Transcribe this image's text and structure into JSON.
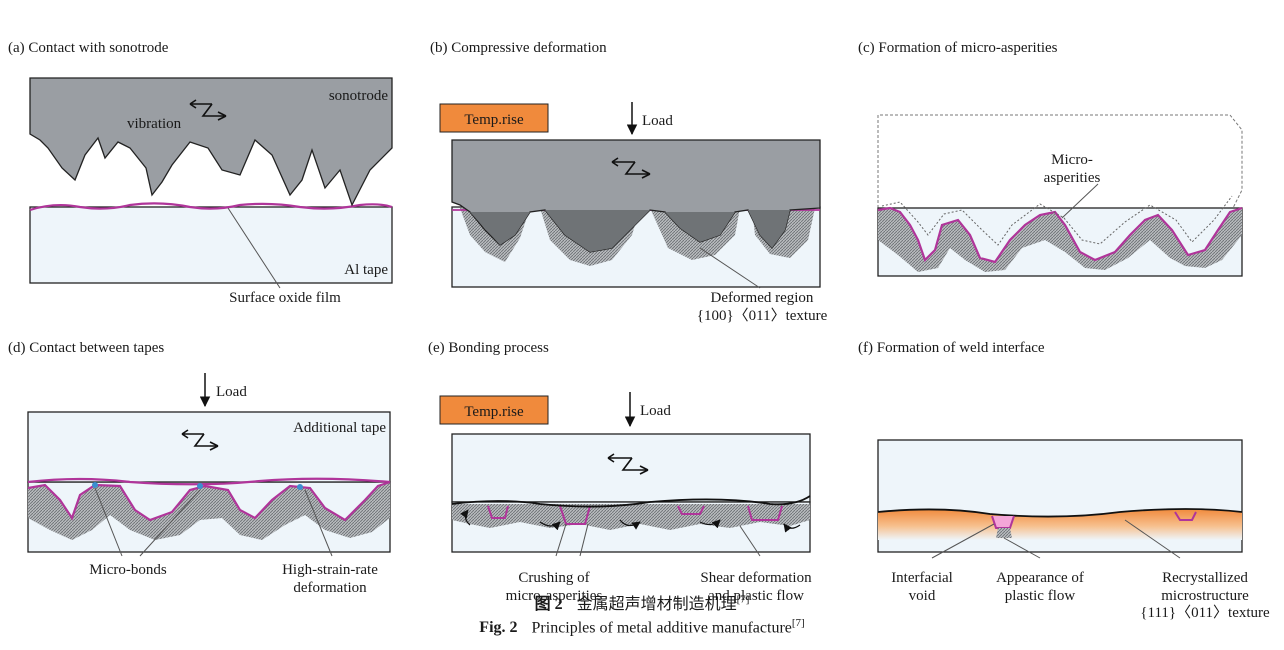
{
  "panels": {
    "a": {
      "title": "(a) Contact with sonotrode",
      "sonotrode": "sonotrode",
      "vibration": "vibration",
      "tape": "Al tape",
      "oxide": "Surface oxide film"
    },
    "b": {
      "title": "(b) Compressive deformation",
      "temp": "Temp.rise",
      "load": "Load",
      "deformed_1": "Deformed region",
      "deformed_2": "{100}〈011〉texture"
    },
    "c": {
      "title": "(c) Formation of micro-asperities",
      "micro_1": "Micro-",
      "micro_2": "asperities"
    },
    "d": {
      "title": "(d) Contact between tapes",
      "load": "Load",
      "additional": "Additional tape",
      "microbonds": "Micro-bonds",
      "hsr_1": "High-strain-rate",
      "hsr_2": "deformation"
    },
    "e": {
      "title": "(e) Bonding process",
      "temp": "Temp.rise",
      "load": "Load",
      "crush_1": "Crushing of",
      "crush_2": "micro-asperities",
      "shear_1": "Shear deformation",
      "shear_2": "and plastic flow"
    },
    "f": {
      "title": "(f) Formation of weld interface",
      "void_1": "Interfacial",
      "void_2": "void",
      "flow_1": "Appearance of",
      "flow_2": "plastic flow",
      "recr_1": "Recrystallized",
      "recr_2": "microstructure",
      "recr_3": "{111}〈011〉texture"
    }
  },
  "caption": {
    "cn_num": "图 2",
    "cn_text": "金属超声增材制造机理",
    "cn_ref": "[7]",
    "en_num": "Fig. 2",
    "en_text": "Principles of metal additive manufacture",
    "en_ref": "[7]"
  },
  "colors": {
    "sonotrode": "#9a9ea3",
    "tape": "#eef5fa",
    "oxide": "#b0359a",
    "temp": "#f08a3c",
    "deformed": "#7a7e82",
    "recrystallized": "#f4a15a"
  }
}
